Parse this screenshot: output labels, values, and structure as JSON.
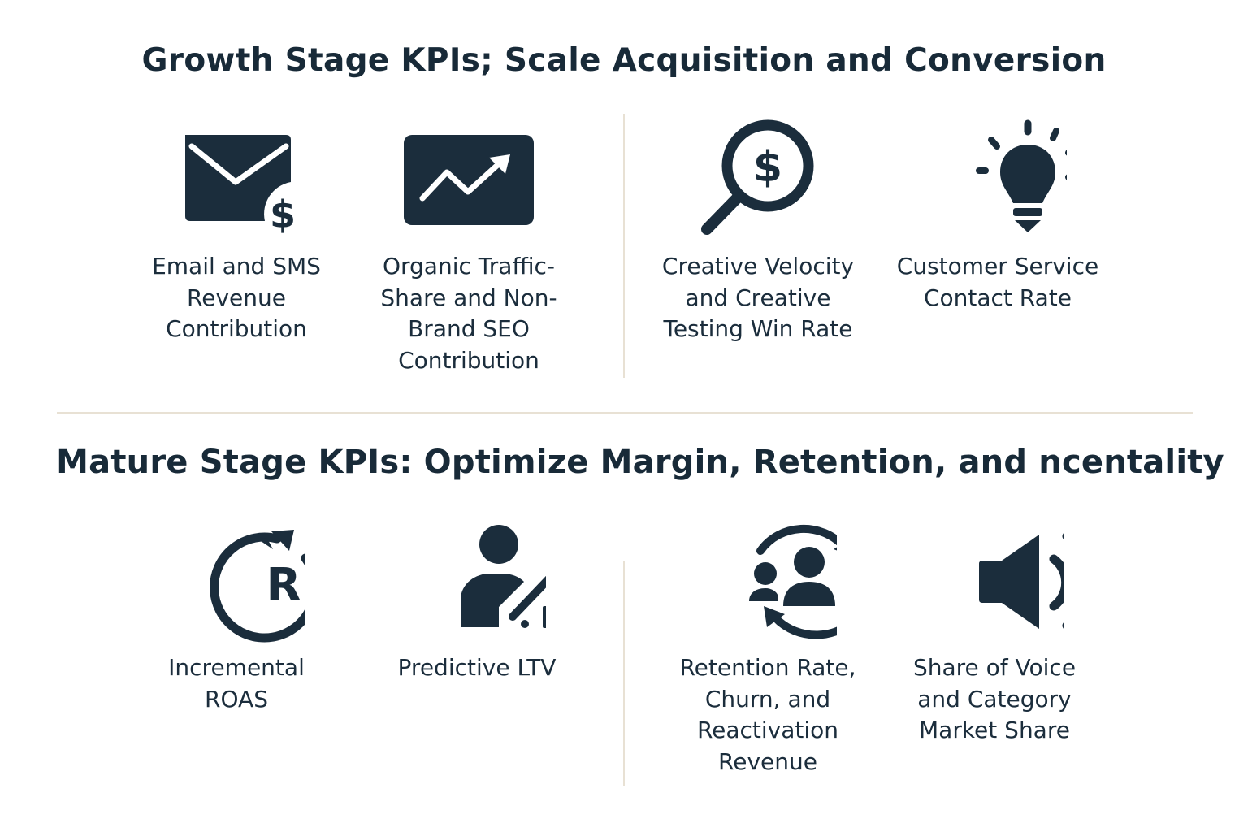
{
  "colors": {
    "icon": "#1b2d3c",
    "text": "#1b2d3c",
    "divider": "#e8e1d4",
    "background": "#ffffff"
  },
  "growth": {
    "title": "Growth Stage KPIs; Scale Acquisition and Conversion",
    "items": [
      {
        "icon": "envelope-dollar-icon",
        "label": "Email and SMS\nRevenue\nContribution"
      },
      {
        "icon": "trend-chart-icon",
        "label": "Organic Traffic-\nShare and Non-\nBrand SEO\nContribution"
      },
      {
        "icon": "magnifier-dollar-icon",
        "label": "Creative Velocity\nand Creative\nTesting Win Rate"
      },
      {
        "icon": "lightbulb-icon",
        "label": "Customer Service\nContact Rate"
      }
    ]
  },
  "mature": {
    "title": "Mature Stage KPIs: Optimize Margin, Retention, and ncentality",
    "items": [
      {
        "icon": "circular-arrow-r-icon",
        "label": "Incremental\nROAS"
      },
      {
        "icon": "person-growth-icon",
        "label": "Predictive LTV"
      },
      {
        "icon": "group-cycle-icon",
        "label": "Retention Rate,\nChurn, and\nReactivation\nRevenue"
      },
      {
        "icon": "speaker-icon",
        "label": "Share of Voice\nand Category\nMarket Share"
      }
    ]
  }
}
